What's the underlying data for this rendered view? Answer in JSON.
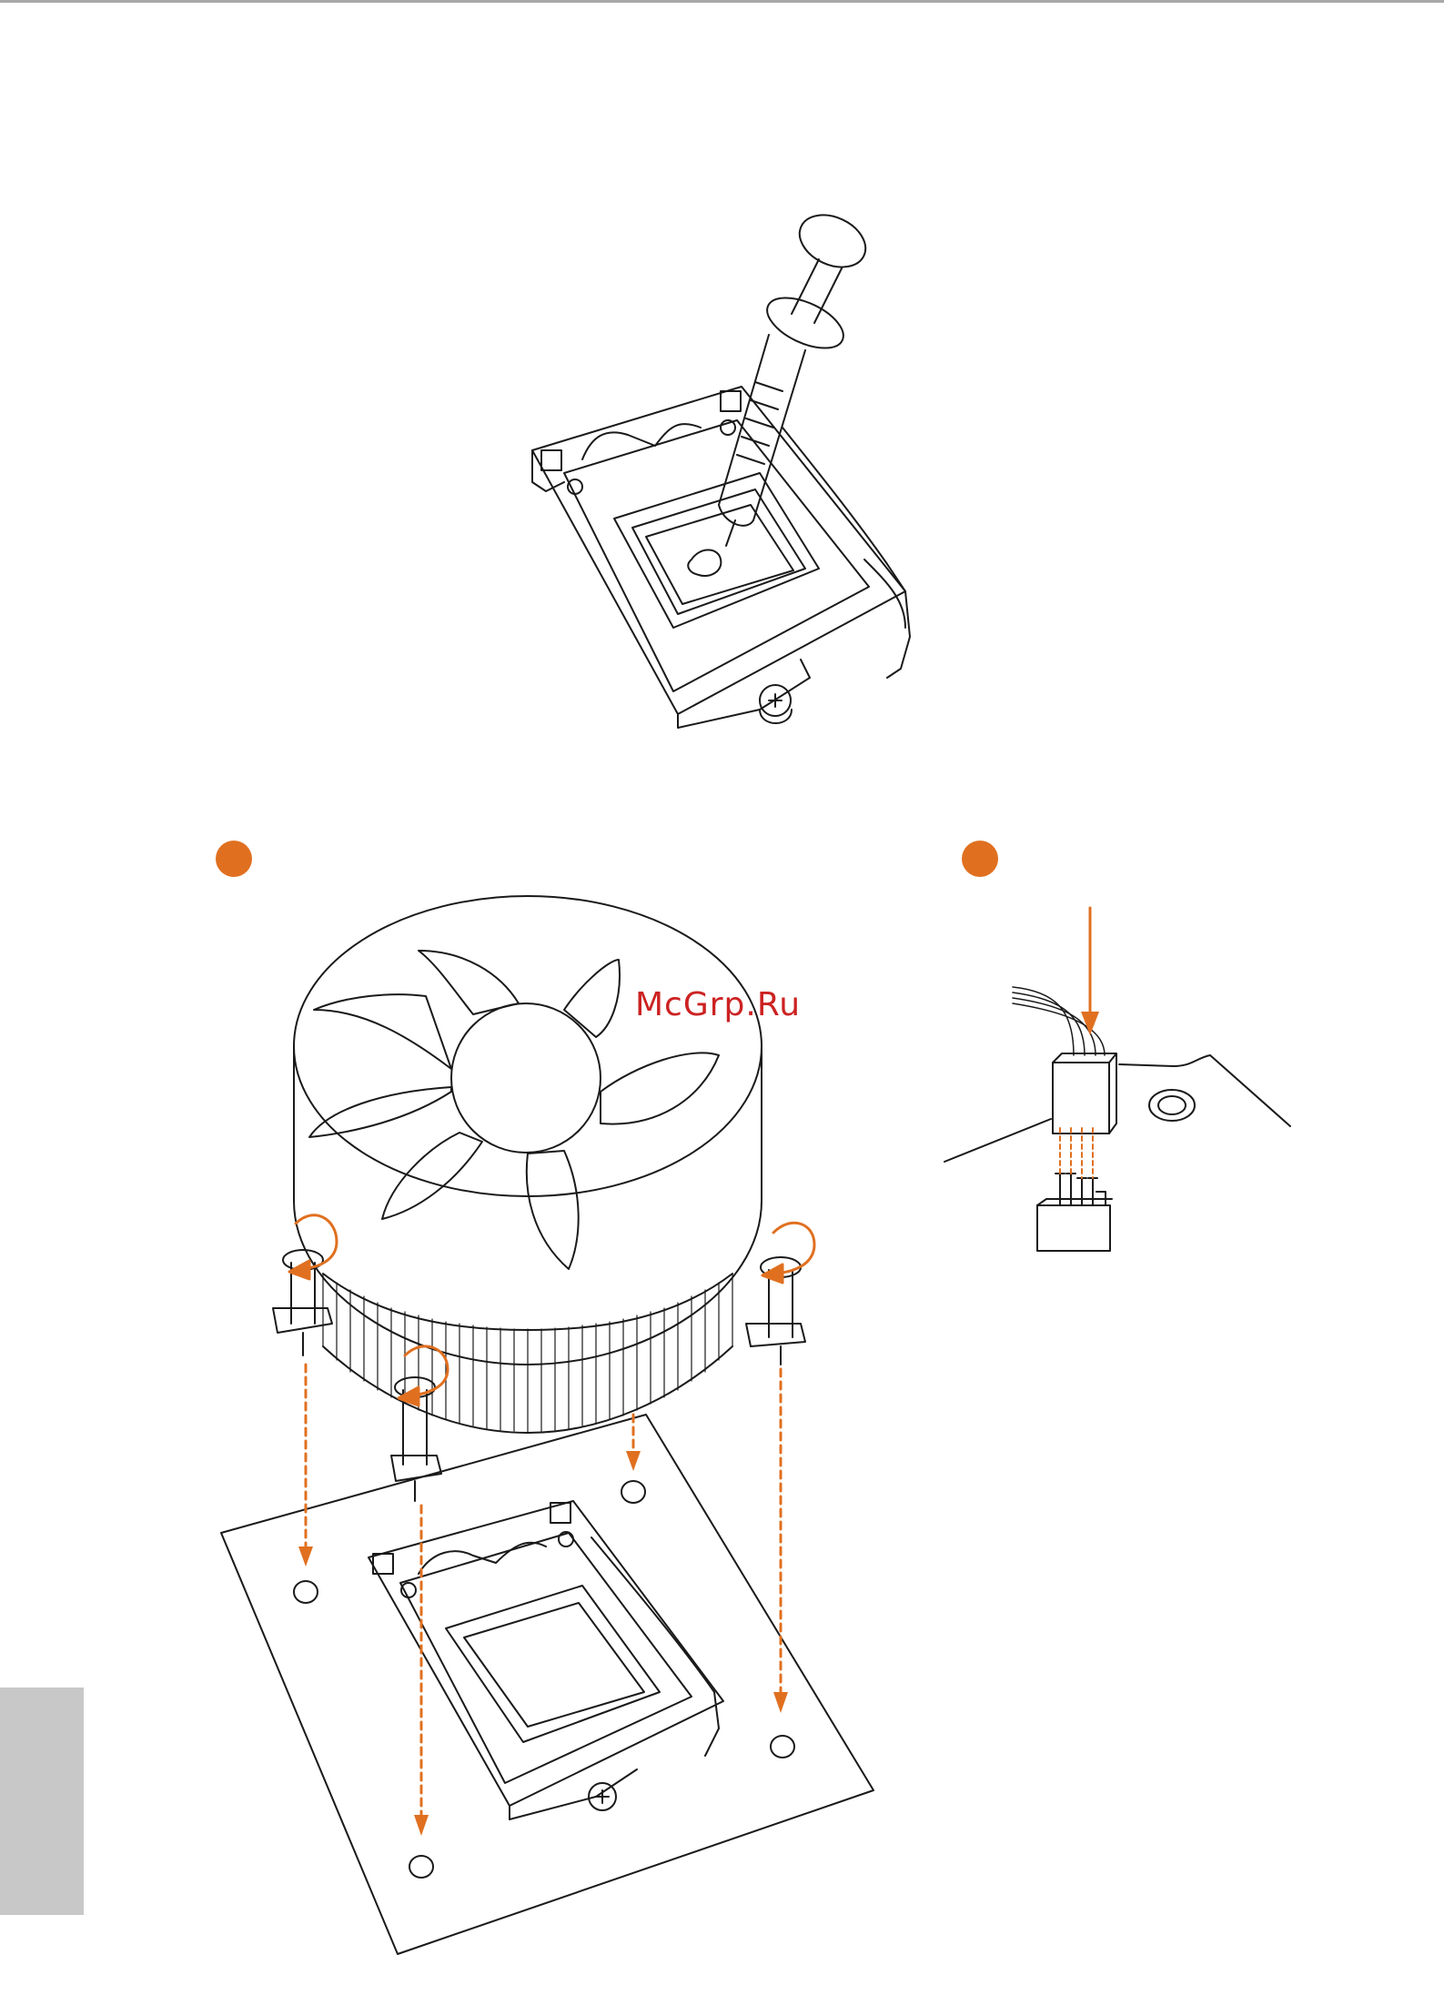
{
  "watermark": {
    "text": "McGrp.Ru"
  },
  "colors": {
    "accent": "#e07020",
    "line": "#1a1a1a",
    "watermark": "#cc2222",
    "side_tab": "#c8c8c8",
    "top_rule": "#a8a8a8"
  },
  "steps": [
    {
      "id": "badge-1",
      "icon": "orange-step-dot"
    },
    {
      "id": "badge-2",
      "icon": "orange-step-dot"
    }
  ]
}
